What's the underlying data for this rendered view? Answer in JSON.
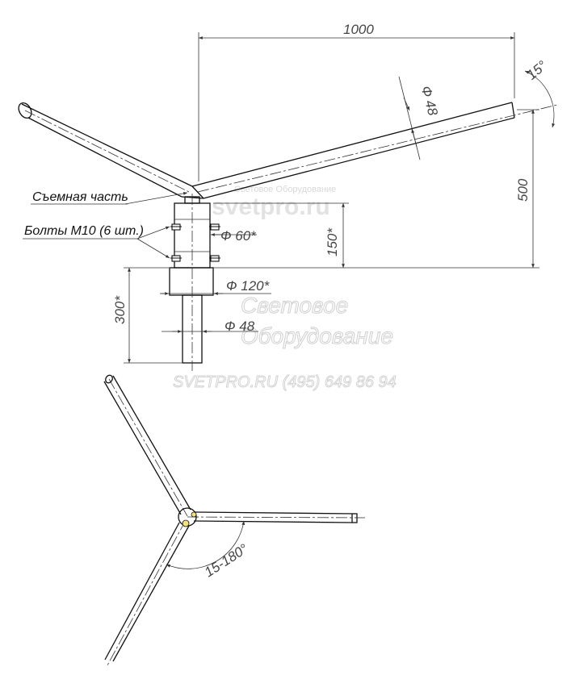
{
  "dimensions": {
    "span": "1000",
    "angle_tilt": "15°",
    "tube_dia_arm": "Ф 48",
    "height": "500",
    "sleeve_height": "150*",
    "sleeve_dia": "Ф 60*",
    "base_dia": "Ф 120*",
    "post_dia": "Ф 48",
    "insert_depth": "300*",
    "plan_angle": "15-180°"
  },
  "labels": {
    "removable_part": "Съемная часть",
    "bolts": "Болты М10 (6 шт.)"
  },
  "watermark": {
    "small": "Световое Оборудование",
    "domain": "svetpro.ru",
    "company_line1": "Световое",
    "company_line2": "Оборудование",
    "contact": "SVETPRO.RU   (495) 649 86 94"
  }
}
